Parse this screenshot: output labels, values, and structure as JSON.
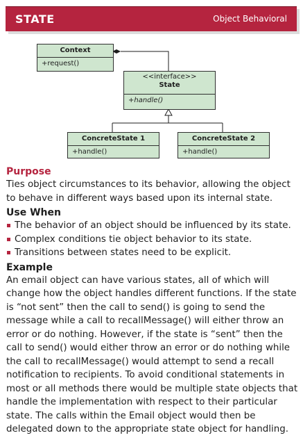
{
  "header": {
    "title": "STATE",
    "category": "Object Behavioral"
  },
  "diagram": {
    "context": {
      "name": "Context",
      "members": [
        "+request()"
      ]
    },
    "state": {
      "stereotype": "<<interface>>",
      "name": "State",
      "members": [
        "+handle()"
      ]
    },
    "concrete_state_1": {
      "name": "ConcreteState 1",
      "members": [
        "+handle()"
      ]
    },
    "concrete_state_2": {
      "name": "ConcreteState 2",
      "members": [
        "+handle()"
      ]
    }
  },
  "purpose": {
    "heading": "Purpose",
    "text": "Ties object circumstances to its behavior, allowing the object to behave in different ways based upon its internal state."
  },
  "use_when": {
    "heading": "Use When",
    "items": [
      "The behavior of an object should be influenced by its state.",
      "Complex conditions tie object behavior to its state.",
      "Transitions between states need to be explicit."
    ]
  },
  "example": {
    "heading": "Example",
    "text": "An email object can have various states, all of which will change how the object handles different functions. If the state is “not sent” then the call to send() is going to send the message while a call to recallMessage() will either throw an error or do nothing. However, if the state is “sent” then the call to send() would either throw an error or do nothing while the call to recallMessage() would attempt to send a recall notification to recipients. To avoid conditional statements in most or all methods there would be multiple state objects that handle the implementation with respect to their particular state. The calls within the Email object would then be delegated down to the appropriate state object for handling."
  }
}
